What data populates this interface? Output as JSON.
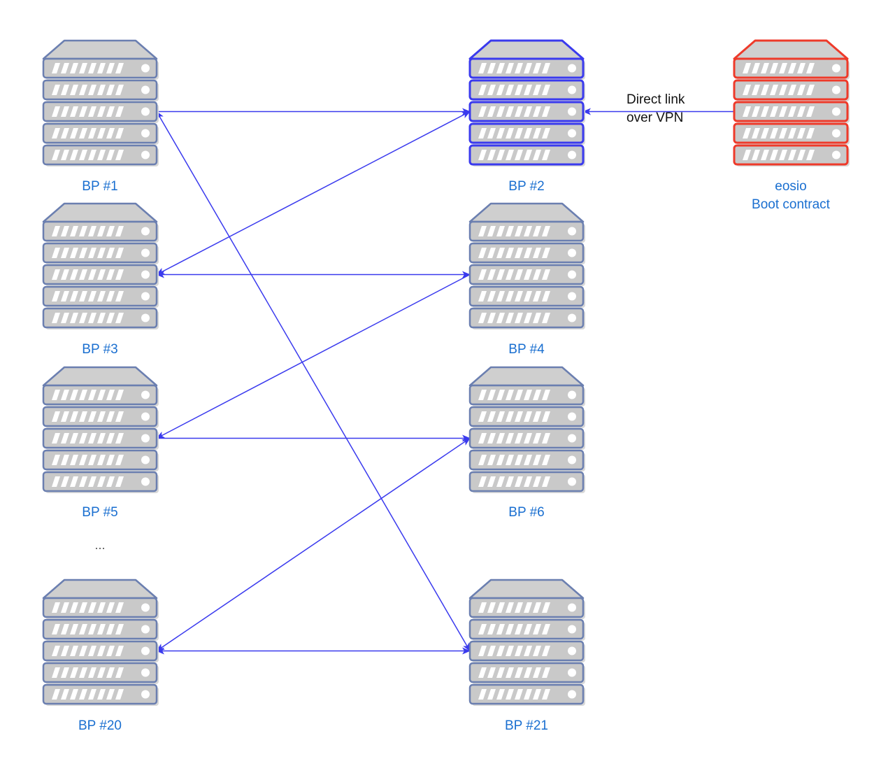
{
  "colors": {
    "edge": "#3a3aee",
    "label": "#1a6fd0",
    "server_default_stroke": "#6b7fb0",
    "server_default_fill": "#c9c9c9",
    "server_top_fill": "#cfcfcf",
    "server_bp2_stroke": "#3a3aee",
    "server_boot_stroke": "#ee3a2a"
  },
  "servers": [
    {
      "id": "bp1",
      "label": "BP #1",
      "style": "default"
    },
    {
      "id": "bp2",
      "label": "BP #2",
      "style": "blue"
    },
    {
      "id": "boot",
      "label": "eosio",
      "label2": "Boot contract",
      "style": "red"
    },
    {
      "id": "bp3",
      "label": "BP #3",
      "style": "default"
    },
    {
      "id": "bp4",
      "label": "BP #4",
      "style": "default"
    },
    {
      "id": "bp5",
      "label": "BP #5",
      "style": "default"
    },
    {
      "id": "bp6",
      "label": "BP #6",
      "style": "default"
    },
    {
      "id": "bp20",
      "label": "BP #20",
      "style": "default"
    },
    {
      "id": "bp21",
      "label": "BP #21",
      "style": "default"
    }
  ],
  "ellipsis": "...",
  "edges": [
    {
      "from": "bp1",
      "to": "bp2",
      "arrow_end": true
    },
    {
      "from": "bp3",
      "to": "bp2",
      "arrow_start": true,
      "arrow_end": true
    },
    {
      "from": "bp3",
      "to": "bp4",
      "arrow_start": true,
      "arrow_end": true
    },
    {
      "from": "bp5",
      "to": "bp4",
      "arrow_start": true
    },
    {
      "from": "bp5",
      "to": "bp6",
      "arrow_end": true
    },
    {
      "from": "bp20",
      "to": "bp6",
      "arrow_start": true,
      "arrow_end": true
    },
    {
      "from": "bp20",
      "to": "bp21",
      "arrow_start": true,
      "arrow_end": true
    },
    {
      "from": "bp1",
      "to": "bp21",
      "arrow_start": true,
      "arrow_end": true
    },
    {
      "from": "boot",
      "to": "bp2",
      "arrow_end": true
    }
  ],
  "vpn_label": {
    "line1": "Direct link",
    "line2": "over VPN"
  }
}
